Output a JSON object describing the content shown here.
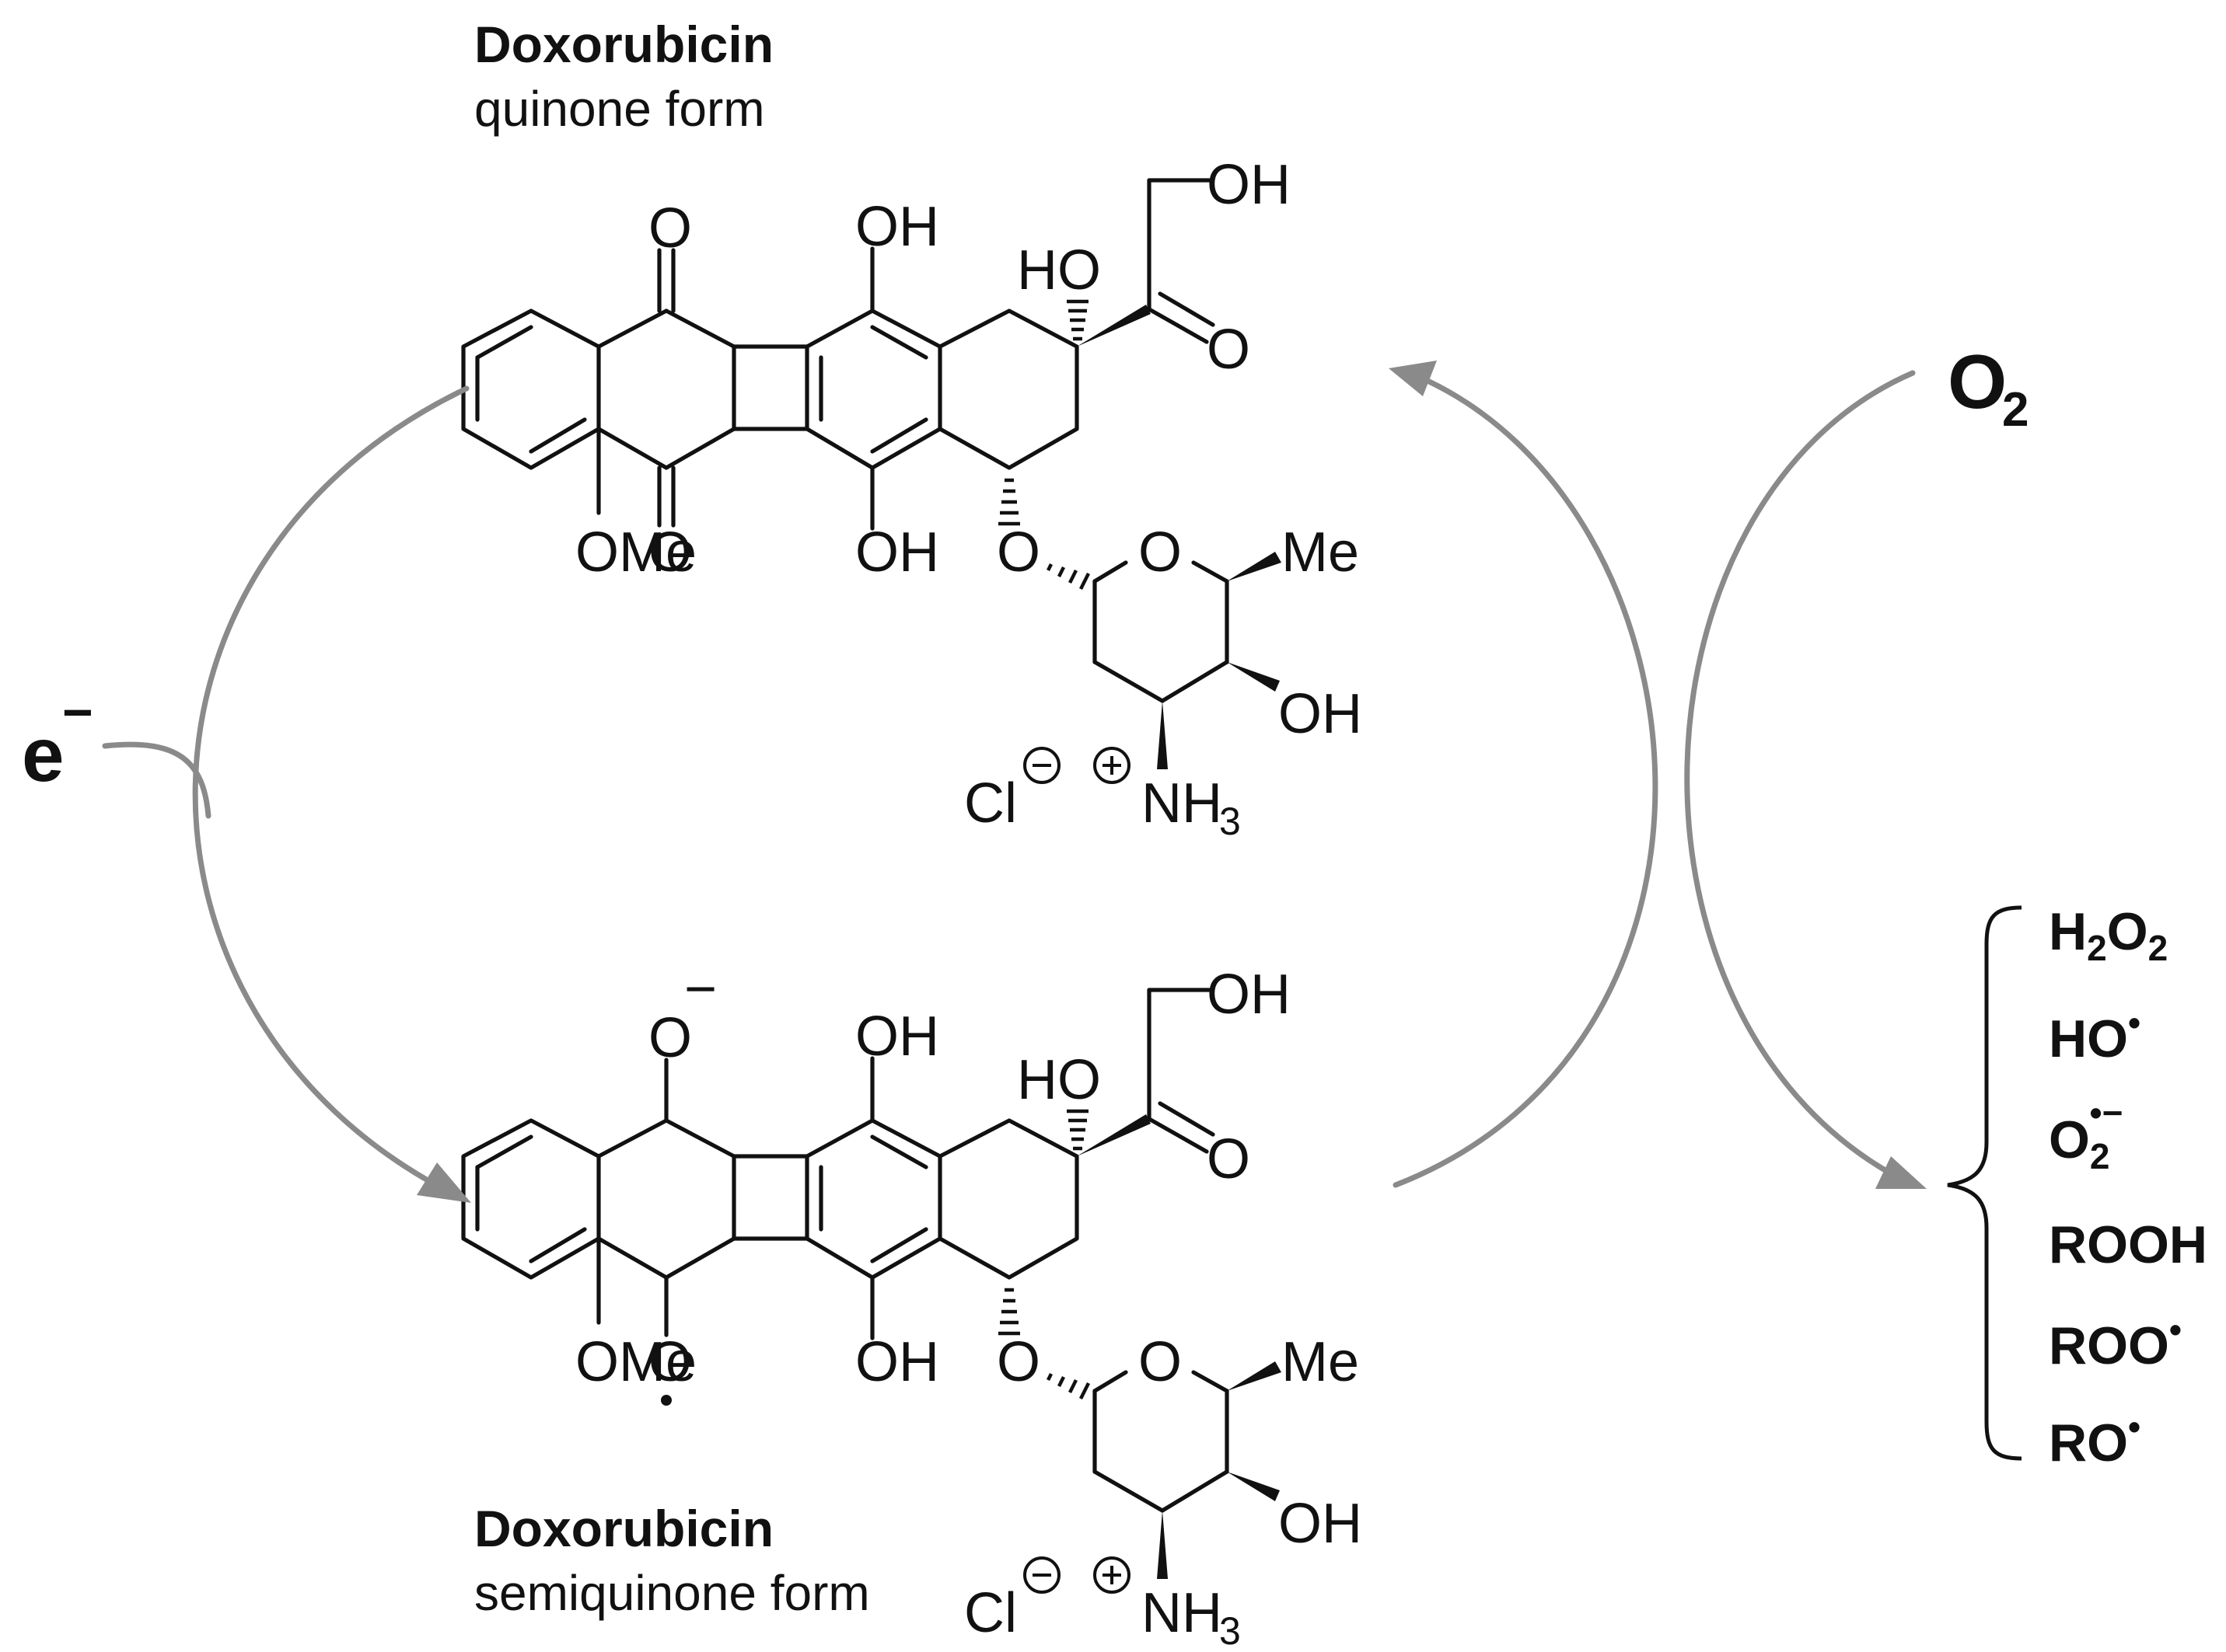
{
  "quinone": {
    "title": "Doxorubicin",
    "subtitle": "quinone form",
    "labels": {
      "carbonyl_top": "O",
      "carbonyl_bottom": "O",
      "oh_top": "OH",
      "oh_bottom": "OH",
      "ho_c9": "HO",
      "oh_side": "OH",
      "ketone_o": "O",
      "ome": "OMe",
      "glyco_o": "O",
      "ring_o": "O",
      "methyl": "Me",
      "sugar_oh": "OH",
      "nh": "NH",
      "nh_sub": "3",
      "cl": "Cl",
      "minus_charge": "−",
      "plus_charge": "+"
    }
  },
  "semiquinone": {
    "title": "Doxorubicin",
    "subtitle": "semiquinone form",
    "labels": {
      "anion_o": "O",
      "anion_charge": "−",
      "radical_o": "O",
      "radical_dot": "•",
      "oh_top": "OH",
      "oh_bottom": "OH",
      "ho_c9": "HO",
      "oh_side": "OH",
      "ketone_o": "O",
      "ome": "OMe",
      "glyco_o": "O",
      "ring_o": "O",
      "methyl": "Me",
      "sugar_oh": "OH",
      "nh": "NH",
      "nh_sub": "3",
      "cl": "Cl",
      "minus_charge": "−",
      "plus_charge": "+"
    }
  },
  "electron": {
    "symbol": "e",
    "charge": "−"
  },
  "oxygen": {
    "symbol": "O",
    "sub": "2"
  },
  "ros_products": [
    {
      "main": "H",
      "sub1": "2",
      "main2": "O",
      "sub2": "2",
      "sup": ""
    },
    {
      "main": "HO",
      "sub1": "",
      "main2": "",
      "sub2": "",
      "sup": "•"
    },
    {
      "main": "O",
      "sub1": "2",
      "main2": "",
      "sub2": "",
      "sup": "•−"
    },
    {
      "main": "ROOH",
      "sub1": "",
      "main2": "",
      "sub2": "",
      "sup": ""
    },
    {
      "main": "ROO",
      "sub1": "",
      "main2": "",
      "sub2": "",
      "sup": "•"
    },
    {
      "main": "RO",
      "sub1": "",
      "main2": "",
      "sub2": "",
      "sup": "•"
    }
  ],
  "colors": {
    "ink": "#111111",
    "arrow": "#8a8a8a"
  }
}
